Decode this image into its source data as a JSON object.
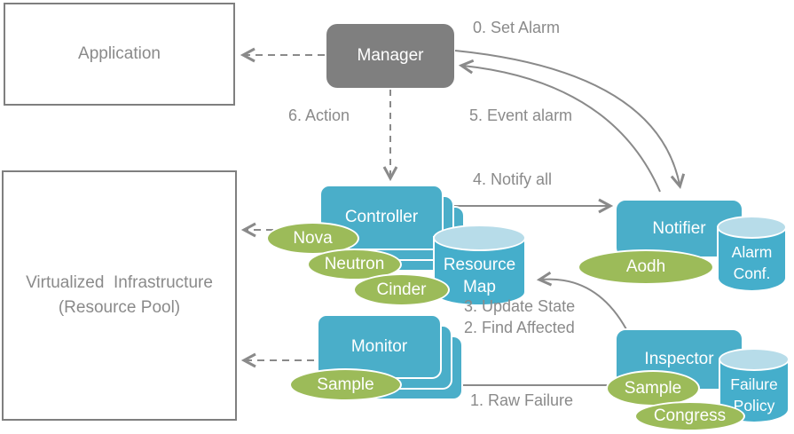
{
  "diagram": {
    "boxes": {
      "application": "Application",
      "virtualized_infrastructure_line1": "Virtualized  Infrastructure",
      "virtualized_infrastructure_line2": "(Resource Pool)",
      "manager": "Manager",
      "controller": "Controller",
      "monitor": "Monitor",
      "notifier": "Notifier",
      "inspector": "Inspector"
    },
    "cylinders": {
      "resource_map": {
        "line1": "Resource",
        "line2": "Map"
      },
      "alarm_conf": {
        "line1": "Alarm",
        "line2": "Conf."
      },
      "failure_policy": {
        "line1": "Failure",
        "line2": "Policy"
      }
    },
    "ellipses": {
      "nova": "Nova",
      "neutron": "Neutron",
      "cinder": "Cinder",
      "aodh": "Aodh",
      "monitor_sample": "Sample",
      "inspector_sample": "Sample",
      "congress": "Congress"
    },
    "labels": {
      "set_alarm": "0. Set Alarm",
      "event_alarm": "5. Event alarm",
      "action": "6. Action",
      "notify_all": "4. Notify all",
      "update_state": "3. Update State",
      "find_affected": "2. Find Affected",
      "raw_failure": "1. Raw Failure"
    },
    "colors": {
      "box_blue": "#4AAEC9",
      "cylinder_blue": "#45AECB",
      "cylinder_top_blue": "#B7DCE9",
      "green": "#9CBB59",
      "manager_gray": "#7f7f7f",
      "line_gray": "#8a8a8a",
      "text_gray": "#8a8a8a",
      "white": "#ffffff"
    }
  }
}
